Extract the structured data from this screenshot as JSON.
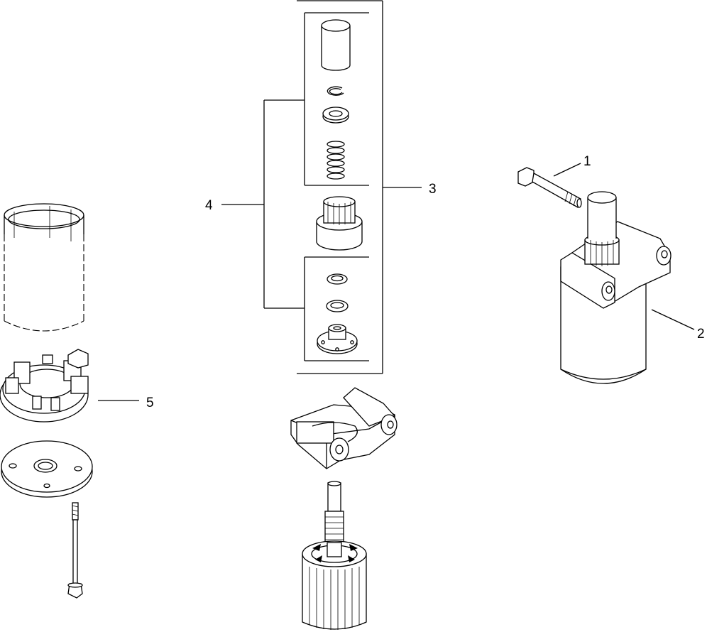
{
  "callouts": [
    {
      "id": "1",
      "text": "1"
    },
    {
      "id": "2",
      "text": "2"
    },
    {
      "id": "3",
      "text": "3"
    },
    {
      "id": "4",
      "text": "4"
    },
    {
      "id": "5",
      "text": "5"
    }
  ],
  "line_color": "#000000",
  "background": "#ffffff"
}
